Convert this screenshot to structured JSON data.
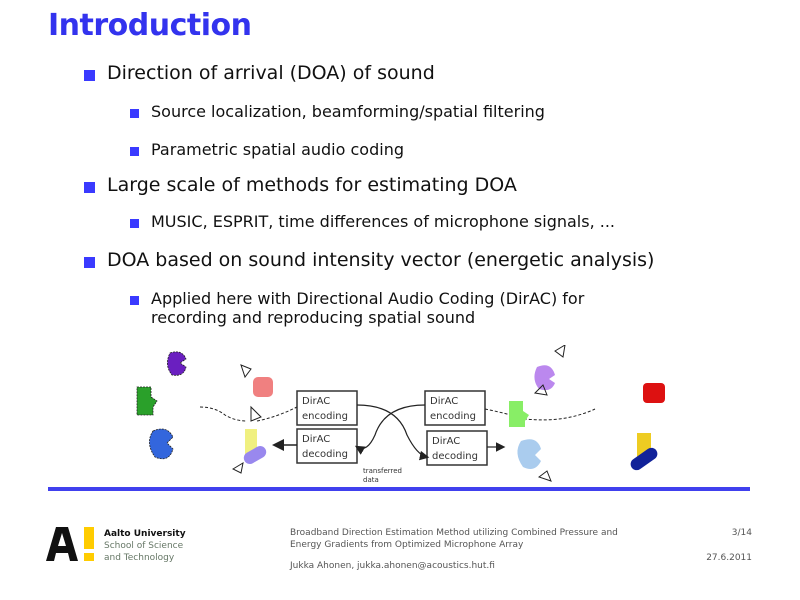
{
  "slide": {
    "title": "Introduction",
    "bullets": [
      {
        "level": 1,
        "text": "Direction of arrival (DOA) of sound"
      },
      {
        "level": 2,
        "text": "Source localization, beamforming/spatial filtering"
      },
      {
        "level": 2,
        "text": "Parametric spatial audio coding"
      },
      {
        "level": 1,
        "text": "Large scale of methods for estimating DOA"
      },
      {
        "level": 2,
        "text": "MUSIC, ESPRIT, time differences of microphone signals, ..."
      },
      {
        "level": 1,
        "text": "DOA based on sound intensity vector (energetic analysis)"
      },
      {
        "level": 2,
        "text": "Applied here with Directional Audio Coding (DirAC) for",
        "text2": "recording and reproducing spatial sound"
      }
    ],
    "bullet_color": "#3a3aff",
    "title_color": "#3333ee"
  },
  "diagram": {
    "boxes": [
      {
        "line1": "DirAC",
        "line2": "encoding"
      },
      {
        "line1": "DirAC",
        "line2": "decoding"
      },
      {
        "line1": "DirAC",
        "line2": "encoding"
      },
      {
        "line1": "DirAC",
        "line2": "decoding"
      }
    ],
    "transmission_label_1": "transferred",
    "transmission_label_2": "data"
  },
  "footer": {
    "logo_text": "A!",
    "university": "Aalto University",
    "school_line1": "School of Science",
    "school_line2": "and Technology",
    "talk_title_line1": "Broadband Direction Estimation Method utilizing Combined Pressure and",
    "talk_title_line2": "Energy Gradients from Optimized Microphone Array",
    "author": "Jukka Ahonen, jukka.ahonen@acoustics.hut.fi",
    "page": "3/14",
    "date": "27.6.2011"
  }
}
